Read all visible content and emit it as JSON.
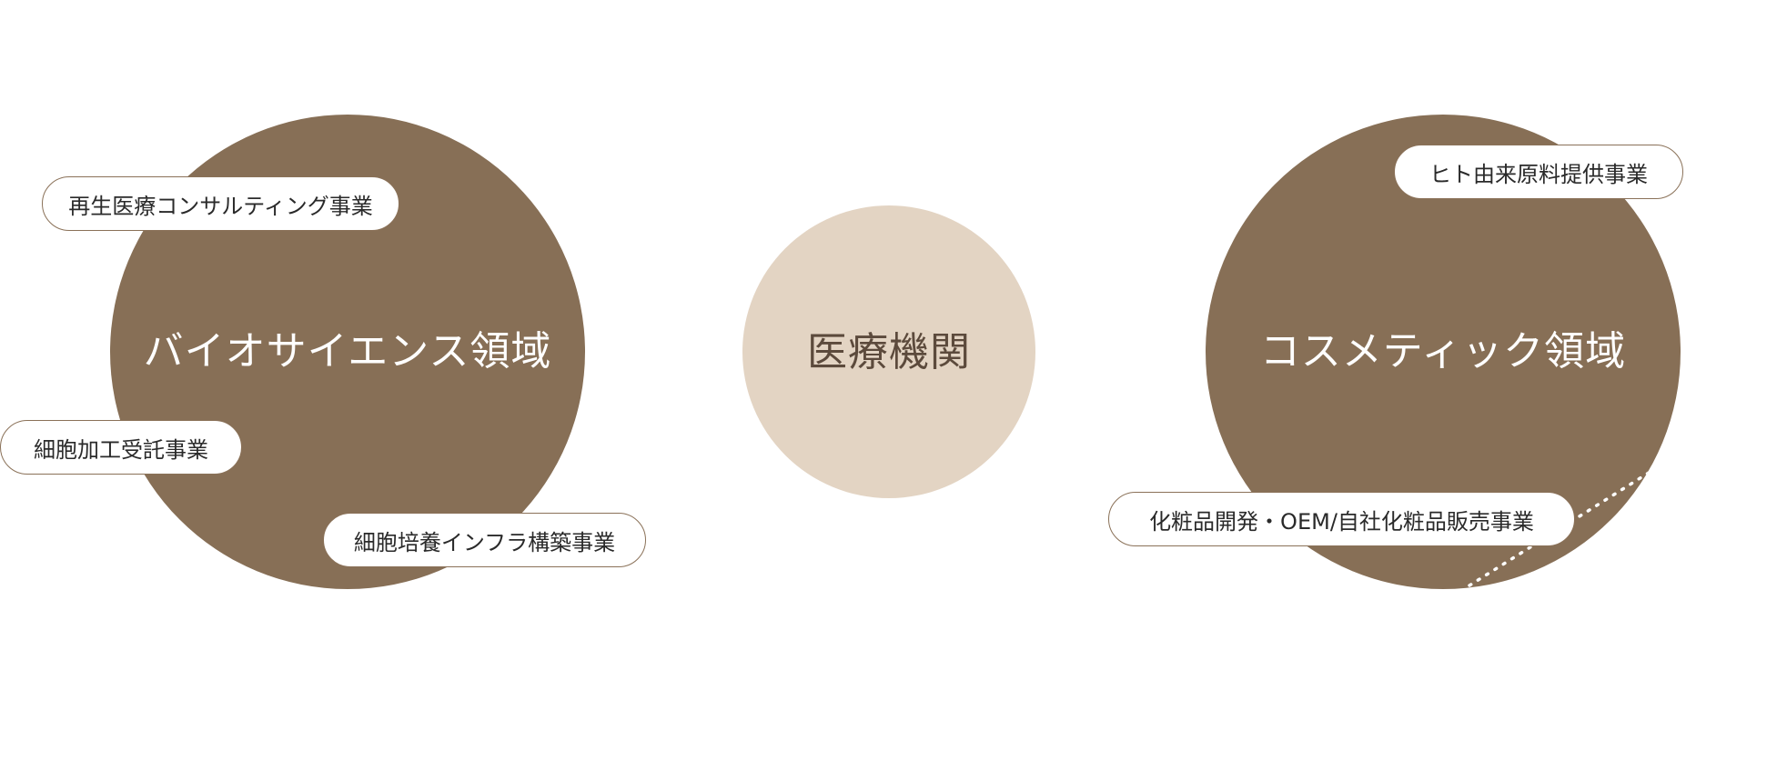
{
  "colors": {
    "domain_circle": "#876f56",
    "center_circle": "#e3d4c3",
    "pill_border": "#8a7158",
    "pill_text": "#2a2a2a",
    "center_text": "#5c4a3c",
    "dotted_line": "#ffffff"
  },
  "circles": {
    "bioscience": {
      "label": "バイオサイエンス領域"
    },
    "medical": {
      "label": "医療機関"
    },
    "cosmetic": {
      "label": "コスメティック領域"
    }
  },
  "businesses": {
    "regen_consulting": "再生医療コンサルティング事業",
    "cell_processing": "細胞加工受託事業",
    "cell_culture_infra": "細胞培養インフラ構築事業",
    "human_materials": "ヒト由来原料提供事業",
    "cosmetic_dev": "化粧品開発・OEM/自社化粧品販売事業"
  }
}
